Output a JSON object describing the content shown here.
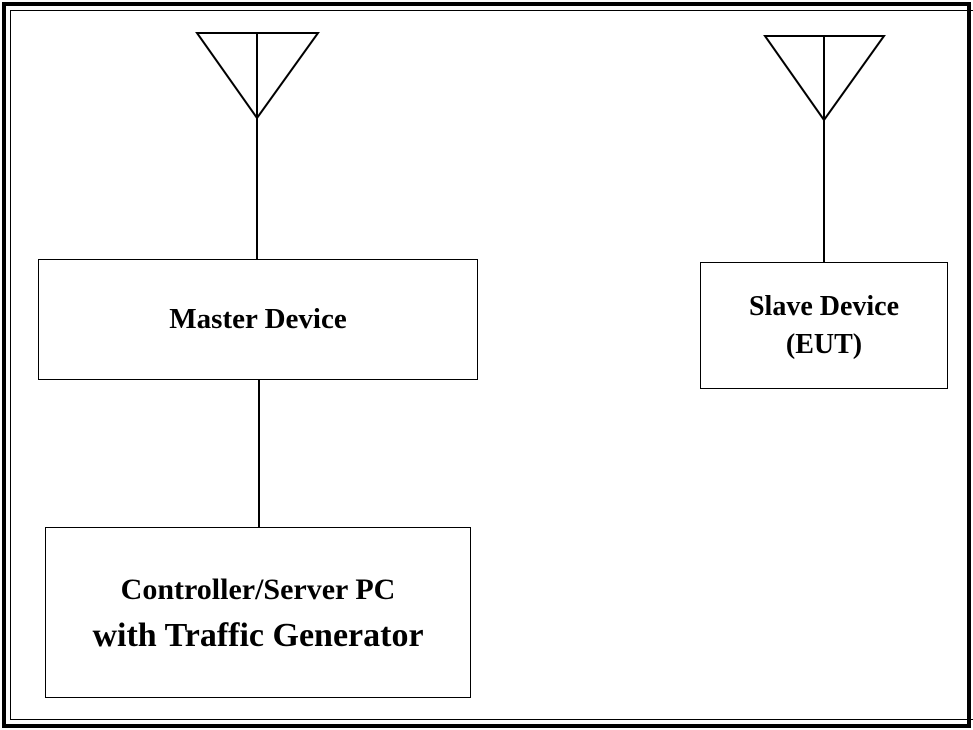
{
  "diagram": {
    "nodes": {
      "master": {
        "label": "Master Device"
      },
      "slave": {
        "line1": "Slave Device",
        "line2": "(EUT)"
      },
      "controller": {
        "line1": "Controller/Server PC",
        "line2": "with Traffic Generator"
      }
    },
    "icons": [
      "antenna-icon",
      "antenna-icon"
    ],
    "connections": [
      [
        "master-antenna",
        "master"
      ],
      [
        "slave-antenna",
        "slave"
      ],
      [
        "master",
        "controller"
      ]
    ]
  }
}
